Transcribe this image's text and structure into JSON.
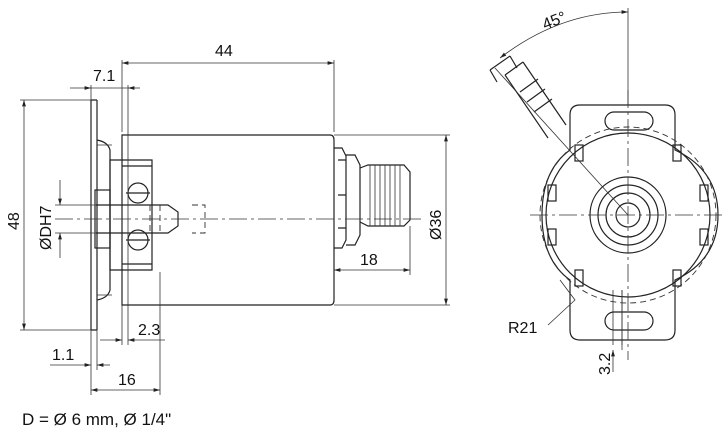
{
  "dimensions": {
    "overall_length": "44",
    "flange_thickness": "7.1",
    "height": "48",
    "bore": "ØDH7",
    "body_diameter": "Ø36",
    "connector_length": "18",
    "shaft_offset": "2.3",
    "flange_offset": "1.1",
    "shaft_length": "16",
    "angle": "45°",
    "radius": "R21",
    "slot_width": "3.2"
  },
  "note": "D = Ø 6 mm, Ø 1/4\""
}
